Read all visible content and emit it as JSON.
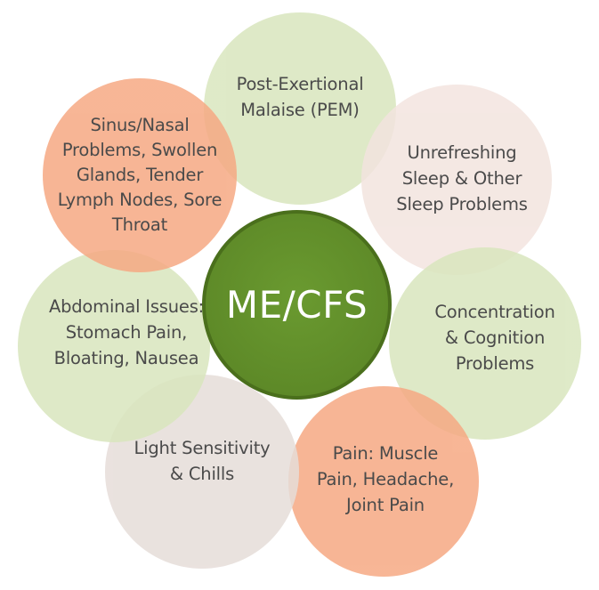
{
  "diagram": {
    "center": {
      "label": "ME/CFS",
      "fill": "#5e8a28",
      "border": "#4a6f1c"
    },
    "petals": [
      {
        "id": "pem",
        "label": "Post-Exertional\nMalaise (PEM)",
        "fill": "#d9e6be"
      },
      {
        "id": "sleep",
        "label": "Unrefreshing\nSleep & Other\nSleep Problems",
        "fill": "#f3e4df"
      },
      {
        "id": "concentration",
        "label": "Concentration\n& Cognition\nProblems",
        "fill": "#d9e6be"
      },
      {
        "id": "pain",
        "label": "Pain: Muscle\nPain, Headache,\nJoint Pain",
        "fill": "#f6a983"
      },
      {
        "id": "light",
        "label": "Light Sensitivity\n& Chills",
        "fill": "#e6ddd9"
      },
      {
        "id": "abdominal",
        "label": "Abdominal Issues:\nStomach Pain,\nBloating, Nausea",
        "fill": "#d9e6be"
      },
      {
        "id": "sinus",
        "label": "Sinus/Nasal\nProblems, Swollen\nGlands, Tender\nLymph Nodes, Sore\nThroat",
        "fill": "#f6a983"
      }
    ]
  }
}
